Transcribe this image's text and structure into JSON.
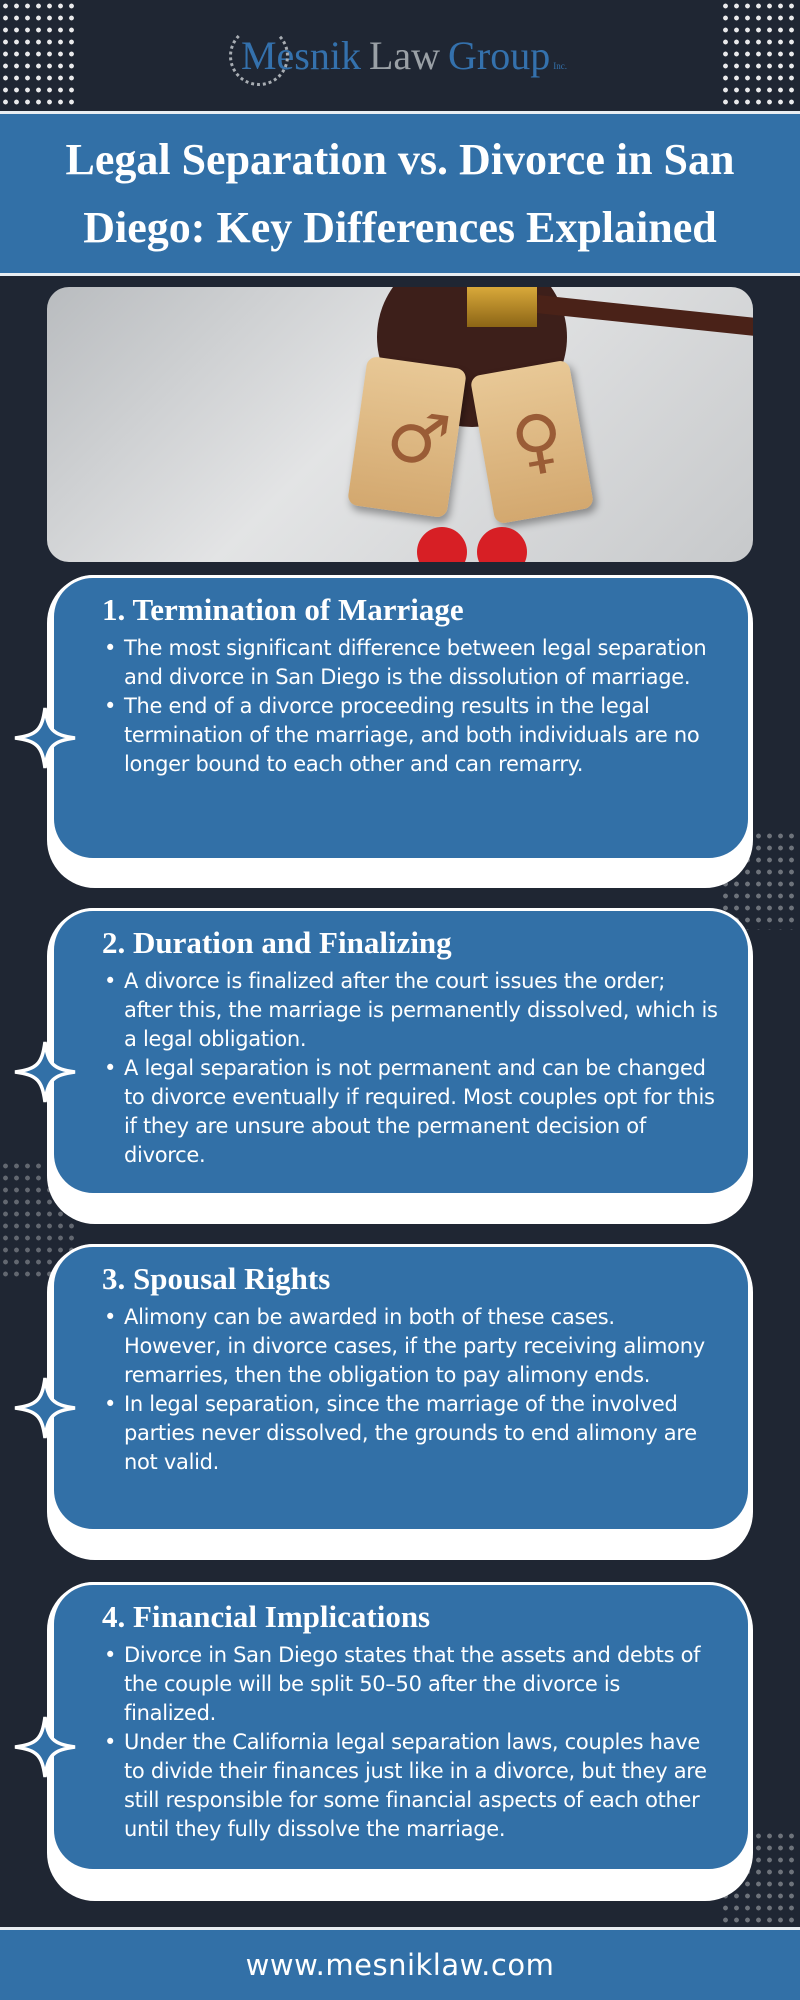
{
  "brand": {
    "name_part1": "Mesnik",
    "name_part2": "Law",
    "name_part3": "Group",
    "suffix": "Inc."
  },
  "title": "Legal Separation vs. Divorce in San Diego: Key Differences Explained",
  "sections": [
    {
      "heading": "1. Termination of Marriage",
      "bullets": [
        "The most significant difference between legal separation and divorce in San Diego is the dissolution of marriage.",
        "The end of a divorce proceeding results in the legal termination of the marriage, and both individuals are no longer bound to each other and can remarry."
      ]
    },
    {
      "heading": "2. Duration and Finalizing",
      "bullets": [
        "A divorce is finalized after the court issues the order; after this, the marriage is permanently dissolved, which is a legal obligation.",
        "A legal separation is not permanent and can be changed to divorce eventually if required. Most couples opt for this if they are unsure about the permanent decision of divorce."
      ]
    },
    {
      "heading": "3. Spousal Rights",
      "bullets": [
        "Alimony can be awarded in both of these cases. However, in divorce cases, if the party receiving alimony remarries, then the obligation to pay alimony ends.",
        "In legal separation, since the marriage of the involved parties never dissolved, the grounds to end alimony are not valid."
      ]
    },
    {
      "heading": "4. Financial Implications",
      "bullets": [
        "Divorce in San Diego states that the assets and debts of the couple will be split 50–50 after the divorce is finalized.",
        "Under the California legal separation laws, couples have to divide their finances just like in a divorce, but they are still responsible for some financial aspects of each other until they fully dissolve the marriage."
      ]
    }
  ],
  "footer": {
    "url": "www.mesniklaw.com"
  },
  "colors": {
    "background": "#1f2633",
    "accent": "#3270a7"
  }
}
